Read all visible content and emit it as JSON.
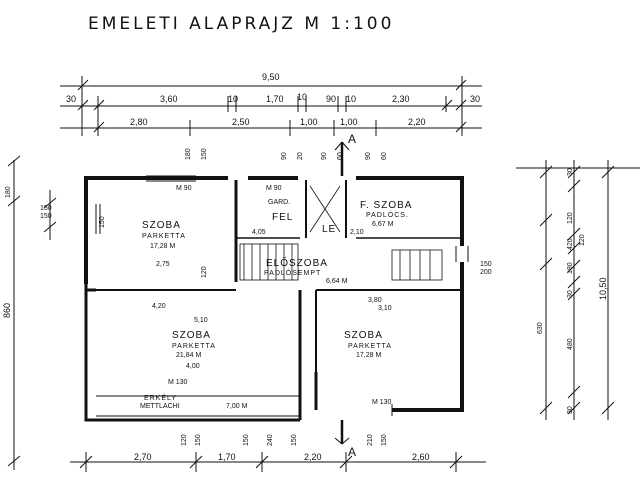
{
  "title": "EMELETI ALAPRAJZ  M 1:100",
  "top_dims": {
    "overall": "9,50",
    "row1": [
      "30",
      "3,60",
      "10",
      "1,70",
      "10",
      "90",
      "10",
      "2,30",
      "30"
    ],
    "row2": [
      "2,80",
      "2,50",
      "1,00",
      "1,00",
      "2,20"
    ],
    "openings": [
      "180",
      "150",
      "90",
      "20",
      "90",
      "60",
      "90",
      "60"
    ]
  },
  "left_dims": [
    "180",
    "150",
    "150",
    "860"
  ],
  "right_dims": {
    "inner": [
      "30",
      "120",
      "420",
      "120",
      "180",
      "30",
      "480",
      "30"
    ],
    "mid": [
      "630"
    ],
    "outer": "10,50"
  },
  "bottom_dims": {
    "openings": [
      "120",
      "150",
      "150",
      "240",
      "150",
      "210",
      "150"
    ],
    "row": [
      "2,70",
      "1,70",
      "2,20",
      "2,60"
    ]
  },
  "section_mark": "A",
  "rooms": [
    {
      "name": "SZOBA",
      "floor": "PARKETTA",
      "area": "17,28 M"
    },
    {
      "name": "F. SZOBA",
      "floor": "PADLÓCS.",
      "area": "6,67 M"
    },
    {
      "name": "ELŐSZOBA",
      "floor": "PADLÓSEMPT",
      "area": "6,64 M"
    },
    {
      "name": "SZOBA",
      "floor": "PARKETTA",
      "area": "21,84 M"
    },
    {
      "name": "SZOBA",
      "floor": "PARKETTA",
      "area": "17,28 M"
    },
    {
      "name": "ERKÉLY",
      "floor": "METTLACHI",
      "area": "7,00 M"
    }
  ],
  "labels": {
    "m90_a": "M 90",
    "m90_b": "M 90",
    "m130_a": "M 130",
    "m130_b": "M 130",
    "garderob": "GARD.",
    "fel": "FEL",
    "le": "LE",
    "d420": "4,20",
    "d510": "5,10",
    "d400": "4,00",
    "d380": "3,80",
    "d310": "3,10",
    "d275": "2,75",
    "d120": "120",
    "d150": "150",
    "d200": "200",
    "d405": "4,05",
    "d210": "2,10"
  }
}
